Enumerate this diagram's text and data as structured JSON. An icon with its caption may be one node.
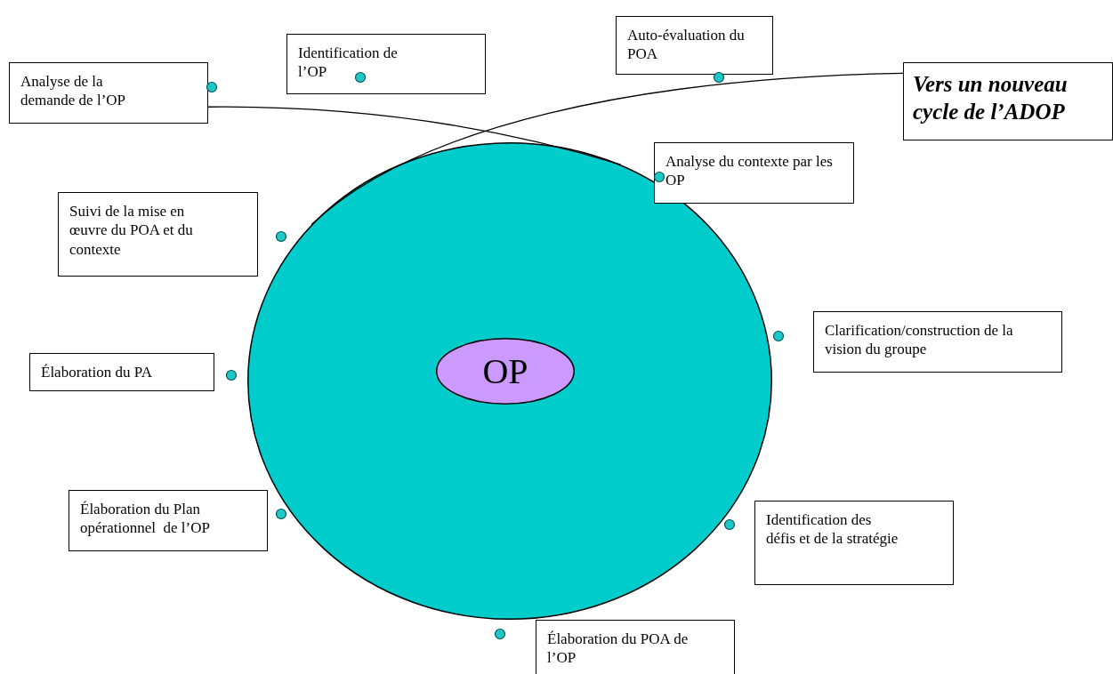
{
  "diagram": {
    "nodes": [
      {
        "text": [
          "Analyse de la demande de l’OP"
        ]
      },
      {
        "text": [
          "Identification de l’OP"
        ]
      },
      {
        "text": [
          "Auto-évaluation du POA"
        ]
      },
      {
        "text": [
          "Vers un nouveau cycle de l’ADOP"
        ]
      },
      {
        "text": [],
        "shape": "circle"
      },
      {
        "text": [
          "OP"
        ],
        "in": 4
      },
      {
        "text": [
          "Analyse du contexte par les OP"
        ]
      },
      {
        "text": [
          "Suivi de la mise en œuvre du POA et du contexte"
        ]
      },
      {
        "text": [
          "Clarification/construction de la vision du groupe"
        ]
      },
      {
        "text": [
          "Élaboration du PA"
        ]
      },
      {
        "text": [
          "Élaboration du Plan opérationnel  de l’OP"
        ]
      },
      {
        "text": [
          "Identification des défis et de la stratégie"
        ]
      },
      {
        "text": [
          "Élaboration du POA de l’OP"
        ]
      }
    ],
    "edges": [
      {
        "from": 0,
        "to": 4,
        "arrow": "none"
      },
      {
        "from": 4,
        "to": 3,
        "arrow": "none"
      }
    ]
  }
}
